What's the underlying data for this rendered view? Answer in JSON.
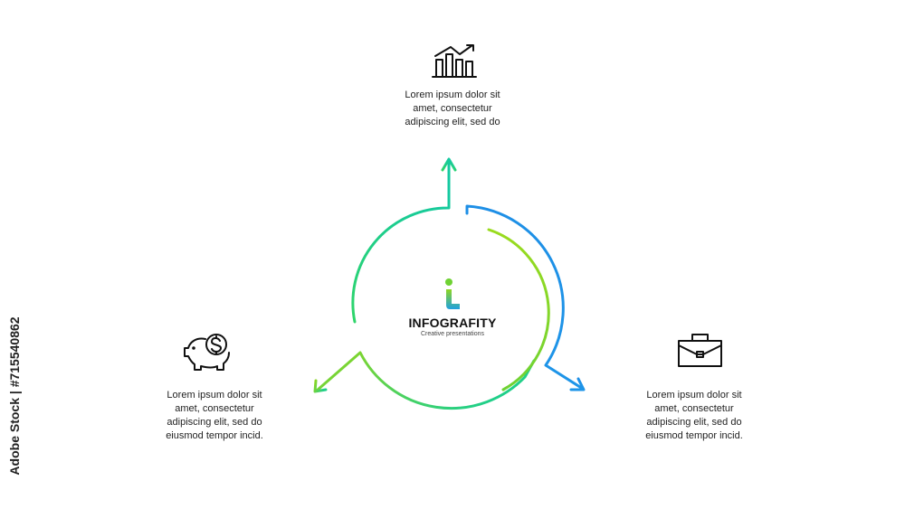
{
  "top_step": {
    "icon": "bar-chart-growth-icon",
    "lines": [
      "Lorem ipsum dolor sit",
      "amet, consectetur",
      "adipiscing elit, sed do"
    ]
  },
  "left_step": {
    "icon": "piggy-bank-dollar-icon",
    "lines": [
      "Lorem ipsum dolor sit",
      "amet, consectetur",
      "adipiscing elit, sed do",
      "eiusmod tempor incid."
    ]
  },
  "right_step": {
    "icon": "briefcase-icon",
    "lines": [
      "Lorem ipsum dolor sit",
      "amet, consectetur",
      "adipiscing elit, sed do",
      "eiusmod tempor incid."
    ]
  },
  "center": {
    "logo_icon": "infografity-logo-icon",
    "title": "INFOGRAFITY",
    "subtitle": "Creative presentations"
  },
  "watermark": "Adobe Stock | #715540862",
  "colors": {
    "green": "#8fd61f",
    "teal": "#1fcf8a",
    "blue": "#1e8fe6",
    "icon": "#111111"
  }
}
